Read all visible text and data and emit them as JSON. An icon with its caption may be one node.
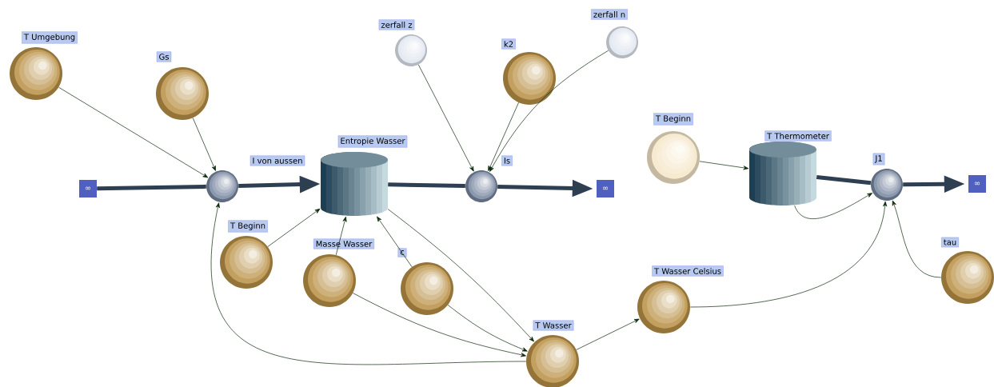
{
  "diagram": {
    "nodes": [
      {
        "text": [
          "T Umgebung"
        ]
      },
      {
        "text": [
          "Gs"
        ]
      },
      {
        "text": [
          "zerfall z"
        ]
      },
      {
        "text": [
          "k2"
        ]
      },
      {
        "text": [
          "zerfall n"
        ]
      },
      {
        "text": [
          "∞"
        ]
      },
      {
        "text": [
          "I von aussen"
        ]
      },
      {
        "text": [
          "Entropie Wasser"
        ]
      },
      {
        "text": [
          "Is"
        ]
      },
      {
        "text": [
          "∞"
        ]
      },
      {
        "text": [
          "T Beginn"
        ]
      },
      {
        "text": [
          "T Thermometer"
        ]
      },
      {
        "text": [
          "J1"
        ]
      },
      {
        "text": [
          "∞"
        ]
      },
      {
        "text": [
          "T Beginn"
        ]
      },
      {
        "text": [
          "Masse Wasser"
        ]
      },
      {
        "text": [
          "c"
        ]
      },
      {
        "text": [
          "T Wasser Celsius"
        ]
      },
      {
        "text": [
          "tau"
        ]
      },
      {
        "text": [
          "T Wasser"
        ]
      }
    ],
    "edges": [
      {
        "from": 5,
        "to": 6,
        "arrow": "none",
        "style": "thick",
        "color": "#2e3f52"
      },
      {
        "from": 6,
        "to": 7,
        "arrow": "to",
        "style": "thick",
        "color": "#2e3f52"
      },
      {
        "from": 7,
        "to": 8,
        "arrow": "none",
        "style": "thick",
        "color": "#2e3f52"
      },
      {
        "from": 8,
        "to": 9,
        "arrow": "to",
        "style": "thick",
        "color": "#2e3f52"
      },
      {
        "from": 11,
        "to": 12,
        "arrow": "none",
        "style": "thick",
        "color": "#2e3f52"
      },
      {
        "from": 12,
        "to": 13,
        "arrow": "to",
        "style": "thick",
        "color": "#2e3f52"
      },
      {
        "from": 0,
        "to": 6,
        "arrow": "to"
      },
      {
        "from": 1,
        "to": 6,
        "arrow": "to"
      },
      {
        "from": 2,
        "to": 8,
        "arrow": "to"
      },
      {
        "from": 3,
        "to": 8,
        "arrow": "to"
      },
      {
        "from": 4,
        "to": 8,
        "arrow": "to"
      },
      {
        "from": 14,
        "to": 7,
        "arrow": "to"
      },
      {
        "from": 15,
        "to": 7,
        "arrow": "to"
      },
      {
        "from": 16,
        "to": 7,
        "arrow": "to"
      },
      {
        "from": 7,
        "to": 19,
        "arrow": "to"
      },
      {
        "from": 15,
        "to": 19,
        "arrow": "to"
      },
      {
        "from": 16,
        "to": 19,
        "arrow": "to"
      },
      {
        "from": 19,
        "to": 6,
        "arrow": "to"
      },
      {
        "from": 19,
        "to": 17,
        "arrow": "to"
      },
      {
        "from": 17,
        "to": 12,
        "arrow": "to"
      },
      {
        "from": 11,
        "to": 12,
        "arrow": "to"
      },
      {
        "from": 18,
        "to": 12,
        "arrow": "to"
      },
      {
        "from": 10,
        "to": 11,
        "arrow": "to"
      }
    ]
  }
}
